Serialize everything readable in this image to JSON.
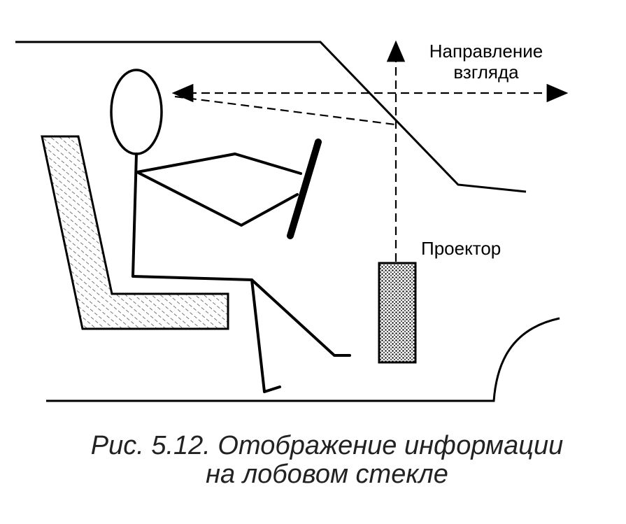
{
  "labels": {
    "gaze_direction_line1": "Направление",
    "gaze_direction_line2": "взгляда",
    "projector": "Проектор"
  },
  "caption": {
    "line1": "Рис. 5.12. Отображение информации",
    "line2": "на лобовом стекле"
  }
}
